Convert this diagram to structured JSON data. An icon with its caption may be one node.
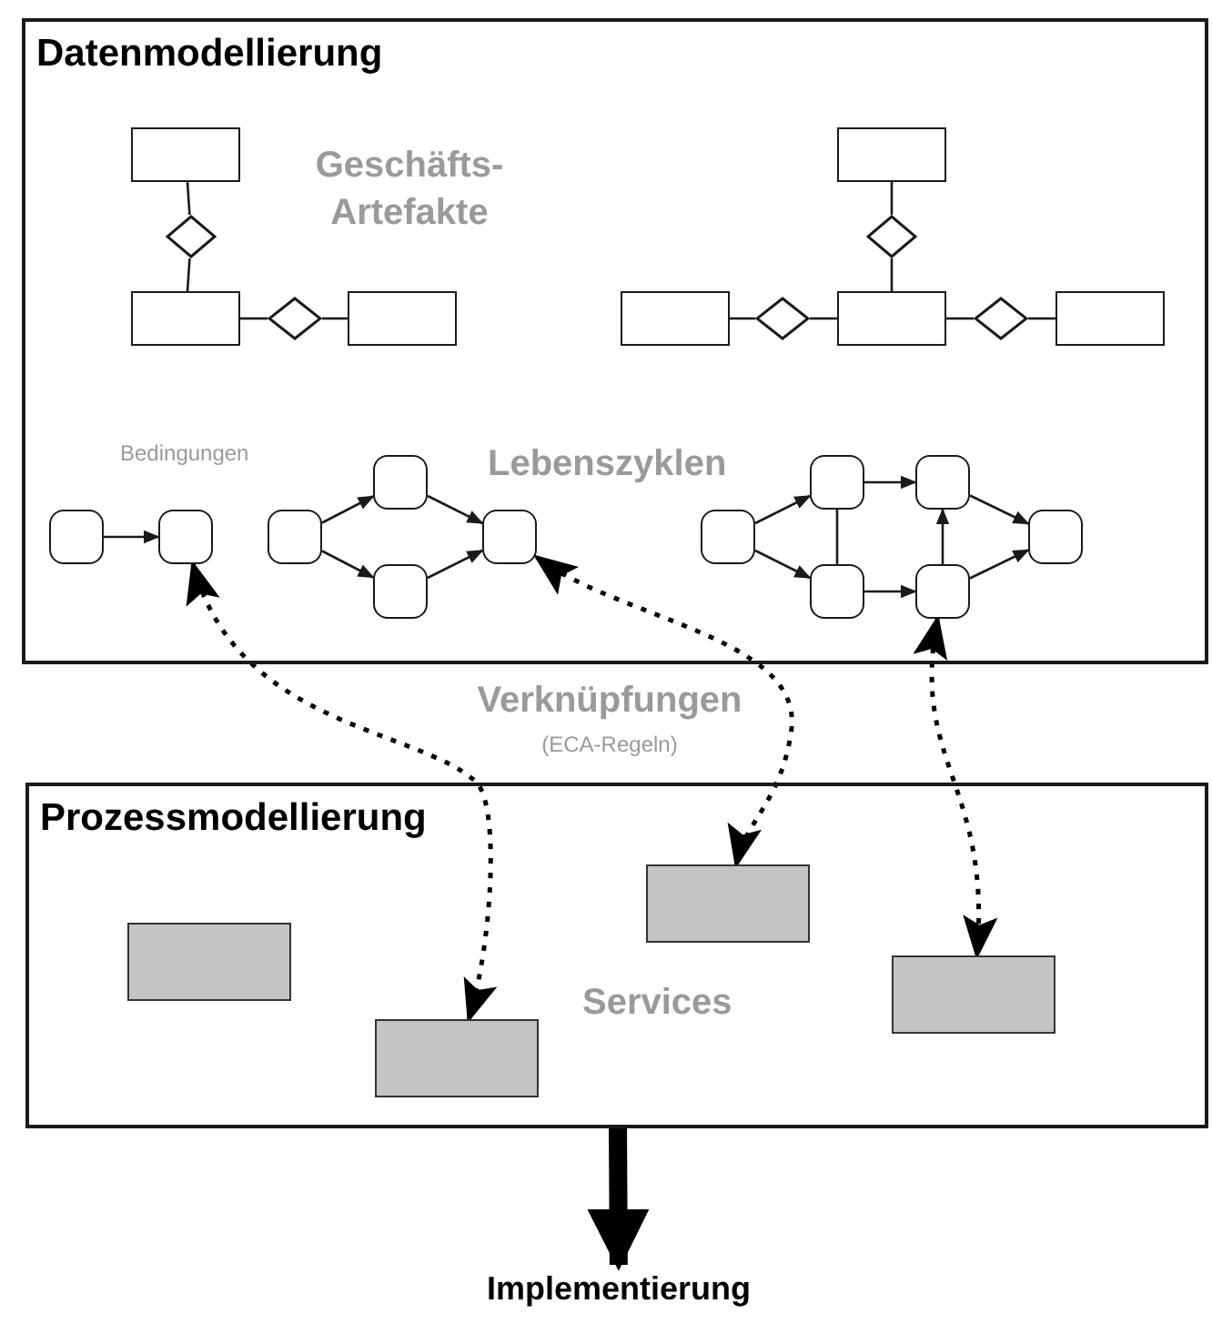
{
  "diagram": {
    "nodes": [
      {
        "text": [
          "Datenmodellierung"
        ]
      },
      {
        "text": [
          "Prozessmodellierung"
        ]
      },
      {
        "text": [],
        "shape": "box",
        "in": 0
      },
      {
        "text": [],
        "shape": "diamond",
        "in": 0
      },
      {
        "text": [],
        "shape": "box",
        "in": 0
      },
      {
        "text": [],
        "shape": "diamond",
        "in": 0
      },
      {
        "text": [],
        "shape": "box",
        "in": 0
      },
      {
        "text": [],
        "shape": "box",
        "in": 0
      },
      {
        "text": [],
        "shape": "diamond",
        "in": 0
      },
      {
        "text": [],
        "shape": "box",
        "in": 0
      },
      {
        "text": [],
        "shape": "diamond",
        "in": 0
      },
      {
        "text": [],
        "shape": "box",
        "in": 0
      },
      {
        "text": [],
        "shape": "diamond",
        "in": 0
      },
      {
        "text": [],
        "shape": "box",
        "in": 0
      },
      {
        "text": [],
        "shape": "rounded-box",
        "in": 0
      },
      {
        "text": [],
        "shape": "rounded-box",
        "in": 0
      },
      {
        "text": [],
        "shape": "rounded-box",
        "in": 0
      },
      {
        "text": [],
        "shape": "rounded-box",
        "in": 0
      },
      {
        "text": [],
        "shape": "rounded-box",
        "in": 0
      },
      {
        "text": [],
        "shape": "rounded-box",
        "in": 0
      },
      {
        "text": [],
        "shape": "rounded-box",
        "in": 0
      },
      {
        "text": [],
        "shape": "rounded-box",
        "in": 0
      },
      {
        "text": [],
        "shape": "rounded-box",
        "in": 0
      },
      {
        "text": [],
        "shape": "rounded-box",
        "in": 0
      },
      {
        "text": [],
        "shape": "rounded-box",
        "in": 0
      },
      {
        "text": [],
        "shape": "rounded-box",
        "in": 0
      },
      {
        "text": [],
        "shape": "box",
        "in": 1
      },
      {
        "text": [],
        "shape": "box",
        "in": 1
      },
      {
        "text": [],
        "shape": "box",
        "in": 1
      },
      {
        "text": [],
        "shape": "box",
        "in": 1
      },
      {
        "text": [
          "Implementierung"
        ]
      }
    ],
    "edges": [
      {
        "from": 2,
        "to": 3,
        "arrow": "none"
      },
      {
        "from": 3,
        "to": 4,
        "arrow": "none"
      },
      {
        "from": 4,
        "to": 5,
        "arrow": "none"
      },
      {
        "from": 5,
        "to": 6,
        "arrow": "none"
      },
      {
        "from": 7,
        "to": 8,
        "arrow": "none"
      },
      {
        "from": 8,
        "to": 11,
        "arrow": "none"
      },
      {
        "from": 9,
        "to": 10,
        "arrow": "none"
      },
      {
        "from": 10,
        "to": 11,
        "arrow": "none"
      },
      {
        "from": 11,
        "to": 12,
        "arrow": "none"
      },
      {
        "from": 12,
        "to": 13,
        "arrow": "none"
      },
      {
        "from": 14,
        "to": 15,
        "arrow": "to"
      },
      {
        "from": 16,
        "to": 17,
        "arrow": "to"
      },
      {
        "from": 16,
        "to": 18,
        "arrow": "to"
      },
      {
        "from": 17,
        "to": 19,
        "arrow": "to"
      },
      {
        "from": 18,
        "to": 19,
        "arrow": "to"
      },
      {
        "from": 20,
        "to": 21,
        "arrow": "to"
      },
      {
        "from": 20,
        "to": 22,
        "arrow": "to"
      },
      {
        "from": 21,
        "to": 22,
        "arrow": "none"
      },
      {
        "from": 21,
        "to": 23,
        "arrow": "to"
      },
      {
        "from": 22,
        "to": 24,
        "arrow": "to"
      },
      {
        "from": 24,
        "to": 23,
        "arrow": "to"
      },
      {
        "from": 23,
        "to": 25,
        "arrow": "to"
      },
      {
        "from": 24,
        "to": 25,
        "arrow": "to"
      },
      {
        "from": 15,
        "to": 28,
        "arrow": "both",
        "style": "dashed"
      },
      {
        "from": 19,
        "to": 27,
        "arrow": "both",
        "style": "dashed"
      },
      {
        "from": 24,
        "to": 29,
        "arrow": "both",
        "style": "dashed"
      },
      {
        "from": 1,
        "to": 30,
        "arrow": "to",
        "style": "thick"
      }
    ],
    "labels": [
      "Geschäfts- Artefakte",
      "Bedingungen",
      "Lebenszyklen",
      "Verknüpfungen",
      "(ECA-Regeln)",
      "Services"
    ]
  }
}
